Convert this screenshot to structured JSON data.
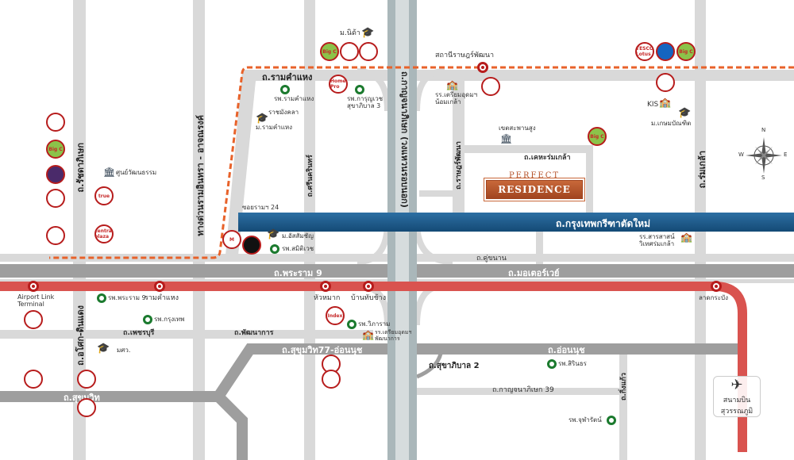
{
  "project": {
    "top": "PERFECT",
    "name": "RESIDENCE"
  },
  "roads": {
    "ramkhamhaeng": "ถ.รามคำแหง",
    "kanchanaphisek": "ถ.กาญจนาภิเษก (วงแหวนรอบนอก)",
    "ratchadaphisek": "ถ.รัชดาภิเษก",
    "expressway": "ทางด่วนรามอินทรา - อาจณรงค์",
    "srinakarin": "ถ.ศรีนครินทร์",
    "ratphatthana": "ถ.ราษฎร์พัฒนา",
    "kheharomklao": "ถ.เคหะร่มเกล้า",
    "romklao": "ถ.ร่มเกล้า",
    "krungthep_kreetha": "ถ.กรุงเทพกรีฑาตัดใหม่",
    "soi_ram24": "ซอยรามฯ 24",
    "rama9": "ถ.พระราม 9",
    "motorway": "ถ.มอเตอร์เวย์",
    "frontage": "ถ.คู่ขนาน",
    "asok_dindaeng": "ถ.อโศก-ดินแดง",
    "phetchaburi": "ถ.เพชรบุรี",
    "phatthanakan": "ถ.พัฒนาการ",
    "sukhumvit77": "ถ.สุขุมวิท77-อ่อนนุช",
    "onnut": "ถ.อ่อนนุช",
    "sukhumvit": "ถ.สุขุมวิท",
    "sukhaphiban2": "ถ.สุขาภิบาล 2",
    "kanchanaphisek39": "ถ.กาญจนาภิเษก 39",
    "kingkaeo": "ถ.กิ่งแก้ว"
  },
  "stations": {
    "ratphatthana": "สถานีราษฎร์พัฒนา",
    "airport_link": "Airport Link Terminal",
    "ramkhamhaeng": "รามคำแหง",
    "hua_mak": "หัวหมาก",
    "ban_thap_chang": "บ้านทับช้าง",
    "lat_krabang": "ลาดกระบัง"
  },
  "places": {
    "nida": "ม.นิด้า",
    "ram_hospital": "รพ.รามคำแหง",
    "rajamangala": "ราชมังคลา",
    "ram_univ": "ม.รามคำแหง",
    "karunvej": "รพ.การุญเวช สุขาภิบาล 3",
    "triam_nomklao": "รร.เตรียมอุดมฯ น้อมเกล้า",
    "district": "เขตสะพานสูง",
    "kis": "KIS",
    "kasem": "ม.เกษมบัณฑิต",
    "sarasas": "รร.สารสาสน์ วิเทศร่มเกล้า",
    "assumption": "ม.อัสสัมชัญ",
    "samitivej": "รพ.สมิติเวช",
    "culture": "ศูนย์วัฒนธรรม",
    "rama9_hosp": "รพ.พระราม 9",
    "bangkok_hosp": "รพ.กรุงเทพ",
    "swu": "มศว.",
    "vibharam": "รพ.วิภาราม",
    "triam_phatthanakan": "รร.เตรียมอุดมฯ พัฒนาการ",
    "sirindhorn": "รพ.สิรินธร",
    "chularat": "รพ.จุฬารัตน์",
    "airport": "สนามบินสุวรรณภูมิ"
  },
  "pins": {
    "big_c": "Big C",
    "true": "true",
    "central": "central plaza",
    "tesco": "TESCO Lotus",
    "homepro": "Home Pro",
    "index": "Index",
    "the_mall": "M"
  },
  "compass": {
    "n": "N",
    "s": "S",
    "e": "E",
    "w": "W"
  },
  "colors": {
    "airport_link": "#d9534f",
    "motorway": "#1e5a8c",
    "bts_dashed": "#e8622a",
    "hospital": "#1b7a2e"
  }
}
